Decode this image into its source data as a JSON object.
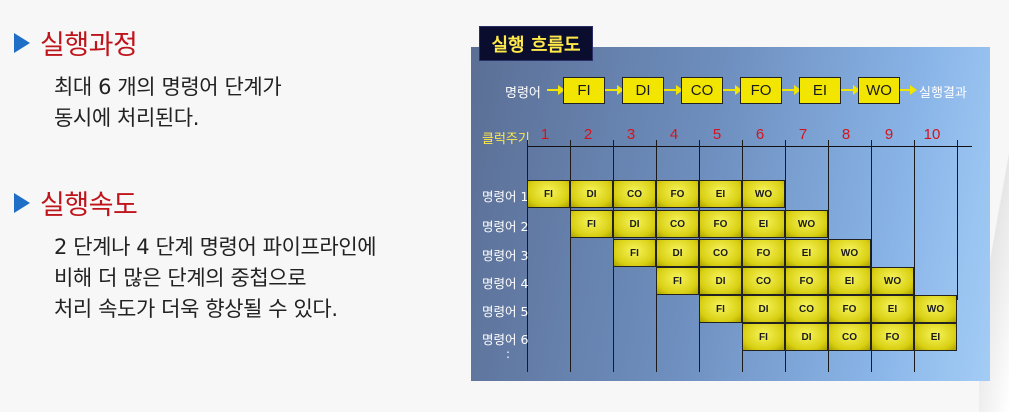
{
  "sections": [
    {
      "title": "실행과정",
      "body": [
        "최대 6 개의 명령어 단계가",
        "동시에 처리된다."
      ]
    },
    {
      "title": "실행속도",
      "body": [
        "2 단계나 4 단계 명령어 파이프라인에",
        "비해 더 많은 단계의 중첩으로",
        "처리 속도가 더욱 향상될 수 있다."
      ]
    }
  ],
  "diagram": {
    "title": "실행 흐름도",
    "flow_start": "명령어",
    "flow_end": "실행결과",
    "stages": [
      "FI",
      "DI",
      "CO",
      "FO",
      "EI",
      "WO"
    ],
    "clock_label": "클럭주기",
    "clock_ticks": [
      "1",
      "2",
      "3",
      "4",
      "5",
      "6",
      "7",
      "8",
      "9",
      "10"
    ],
    "rows": [
      {
        "label": "명령어 1",
        "start": 1
      },
      {
        "label": "명령어 2",
        "start": 2
      },
      {
        "label": "명령어 3",
        "start": 3
      },
      {
        "label": "명령어 4",
        "start": 4
      },
      {
        "label": "명령어 5",
        "start": 5
      },
      {
        "label": "명령어 6",
        "start": 6
      }
    ],
    "continuation": ":"
  }
}
